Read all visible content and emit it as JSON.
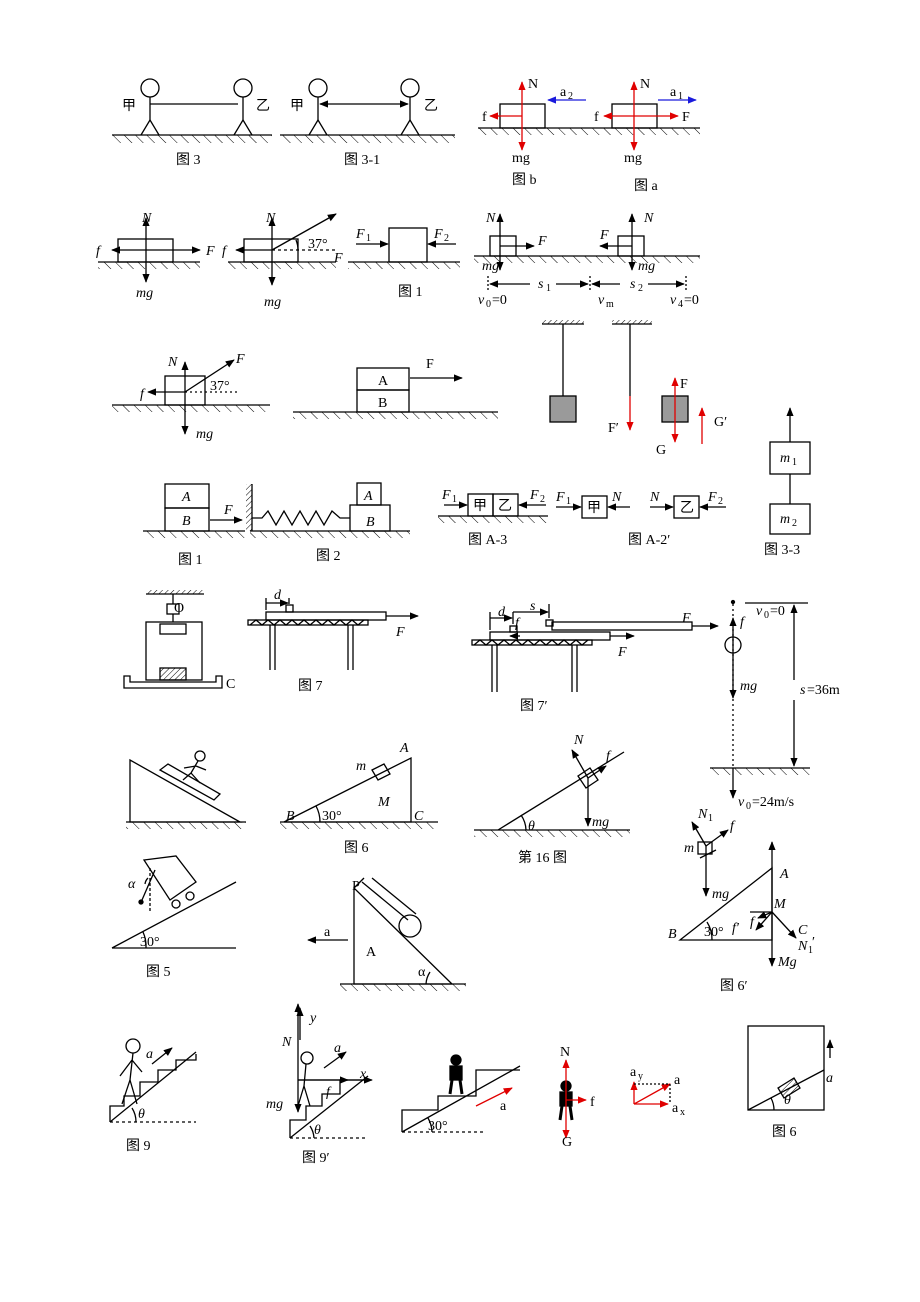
{
  "colors": {
    "ink": "#000000",
    "force_red": "#e00000",
    "accel_blue": "#1a1adc",
    "mass_gray": "#9a9a9a",
    "hatch": "#000000"
  },
  "row1": {
    "fig3": {
      "caption": "图 3",
      "left_person": "甲",
      "right_person": "乙"
    },
    "fig31": {
      "caption": "图 3-1",
      "left_person": "甲",
      "right_person": "乙"
    },
    "fig_b": {
      "caption": "图 b",
      "N": "N",
      "f": "f",
      "mg": "mg",
      "a": "a",
      "a_sub": "2"
    },
    "fig_a": {
      "caption": "图 a",
      "N": "N",
      "f": "f",
      "F": "F",
      "mg": "mg",
      "a": "a",
      "a_sub": "1"
    }
  },
  "row2": {
    "p1": {
      "N": "N",
      "f": "f",
      "F": "F",
      "mg": "mg"
    },
    "p2": {
      "N": "N",
      "f": "f",
      "F": "F",
      "mg": "mg",
      "angle": "37°"
    },
    "p3": {
      "caption": "图 1",
      "F": "F",
      "sub1": "1",
      "sub2": "2"
    },
    "p4": {
      "N": "N",
      "F": "F",
      "mg": "mg",
      "v": "v",
      "s": "s",
      "sub0": "0",
      "sub1": "1",
      "sub2": "2",
      "subm": "m",
      "sub4": "4",
      "v0_val": "=0",
      "v4_val": "=0"
    }
  },
  "row3": {
    "p1": {
      "N": "N",
      "f": "f",
      "F": "F",
      "mg": "mg",
      "angle": "37°"
    },
    "p2": {
      "A": "A",
      "B": "B",
      "F": "F"
    },
    "p3": {
      "F_prime": "F′",
      "F": "F",
      "G": "G",
      "G_prime": "G′"
    }
  },
  "row4": {
    "fig1": {
      "caption": "图 1",
      "A": "A",
      "B": "B",
      "F": "F"
    },
    "fig2": {
      "caption": "图 2",
      "A": "A",
      "B": "B"
    },
    "figA3": {
      "caption": "图 A-3",
      "F": "F",
      "sub1": "1",
      "sub2": "2",
      "jia": "甲",
      "yi": "乙"
    },
    "figA2": {
      "caption": "图 A-2′",
      "F": "F",
      "sub1": "1",
      "sub2": "2",
      "N": "N",
      "jia": "甲",
      "yi": "乙"
    },
    "fig33": {
      "caption": "图 3-3",
      "m": "m",
      "sub1": "1",
      "sub2": "2"
    }
  },
  "row5": {
    "box": {
      "O": "O",
      "C": "C"
    },
    "fig7": {
      "caption": "图 7",
      "d": "d",
      "F": "F"
    },
    "fig7p": {
      "caption": "图 7′",
      "d": "d",
      "s": "s",
      "f": "f",
      "F": "F"
    },
    "fall": {
      "v": "v",
      "sub0": "0",
      "v0_val": "=0",
      "f": "f",
      "mg": "mg",
      "s_eq": "s",
      "s_val": "=36m",
      "v_end_val": "=24m/s"
    }
  },
  "row6": {
    "fig6": {
      "caption": "图 6",
      "m": "m",
      "A": "A",
      "B": "B",
      "C": "C",
      "M": "M",
      "angle": "30°"
    },
    "fig16": {
      "caption": "第 16 图",
      "N": "N",
      "f": "f",
      "mg": "mg",
      "theta": "θ"
    }
  },
  "row7": {
    "fig5": {
      "caption": "图 5",
      "alpha": "α",
      "angle": "30°"
    },
    "figP": {
      "P": "P",
      "a": "a",
      "A": "A",
      "alpha": "α"
    },
    "fig6p": {
      "caption": "图 6′",
      "N": "N",
      "sub1": "1",
      "f": "f",
      "m": "m",
      "mg": "mg",
      "A": "A",
      "M": "M",
      "B": "B",
      "C": "C",
      "f_prime": "f′",
      "N1_prime": "′",
      "Mg": "Mg",
      "angle": "30°"
    }
  },
  "row8": {
    "fig9": {
      "caption": "图 9",
      "a": "a",
      "theta": "θ"
    },
    "fig9p": {
      "caption": "图 9′",
      "N": "N",
      "y": "y",
      "a": "a",
      "x": "x",
      "mg": "mg",
      "f": "f",
      "theta": "θ"
    },
    "stairs": {
      "a": "a",
      "angle": "30°"
    },
    "person": {
      "N": "N",
      "f": "f",
      "G": "G"
    },
    "decomp": {
      "a": "a",
      "a_y": "a",
      "sub_y": "y",
      "a_x": "a",
      "sub_x": "x"
    },
    "fig6b": {
      "caption": "图 6",
      "a": "a",
      "theta": "θ"
    }
  }
}
